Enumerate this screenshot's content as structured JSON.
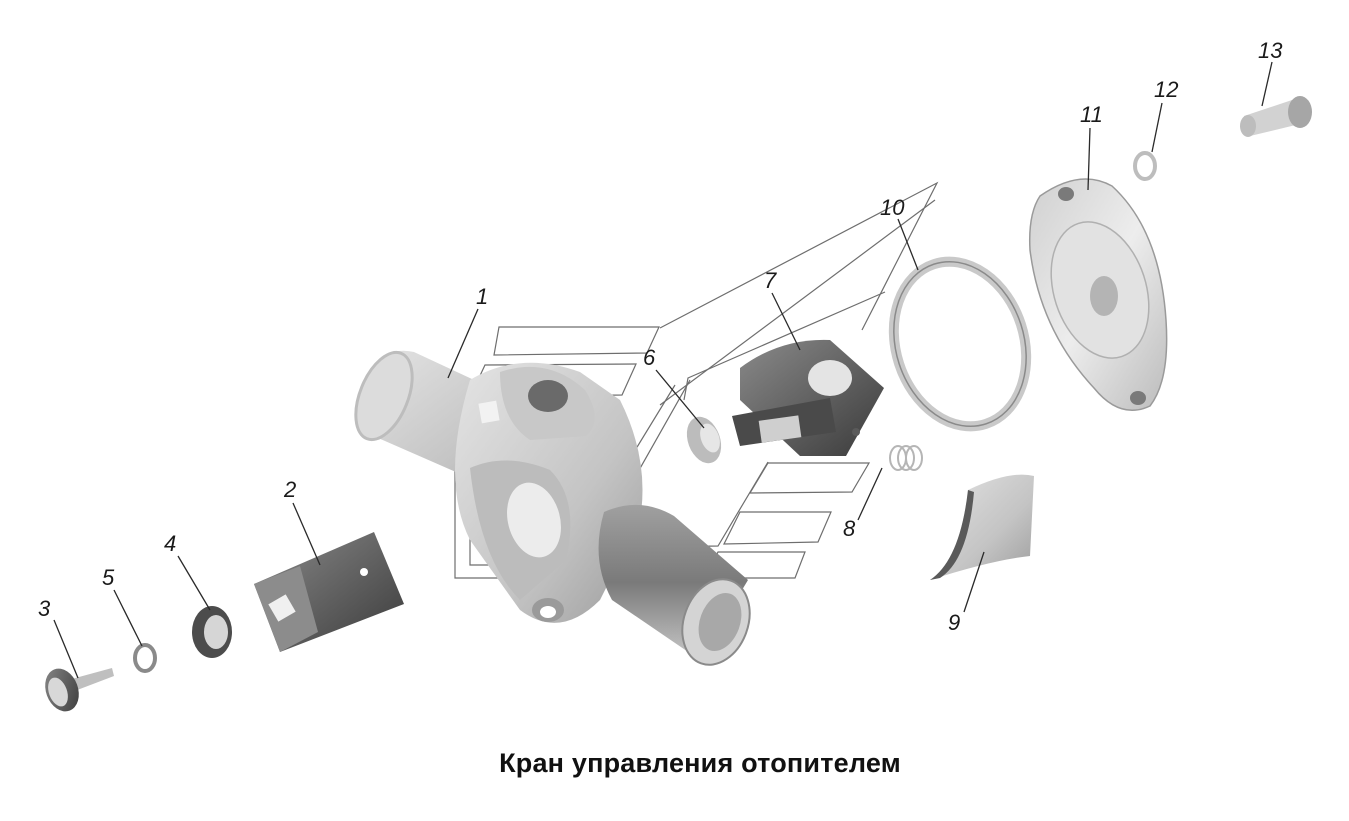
{
  "caption": "Кран управления отопителем",
  "callouts": {
    "p1": "1",
    "p2": "2",
    "p3": "3",
    "p4": "4",
    "p5": "5",
    "p6": "6",
    "p7": "7",
    "p8": "8",
    "p9": "9",
    "p10": "10",
    "p11": "11",
    "p12": "12",
    "p13": "13"
  },
  "colors": {
    "background": "#ffffff",
    "part_light": "#d9d9d9",
    "part_mid": "#a9a9a9",
    "part_dark": "#555555",
    "line": "#2a2a2a"
  }
}
